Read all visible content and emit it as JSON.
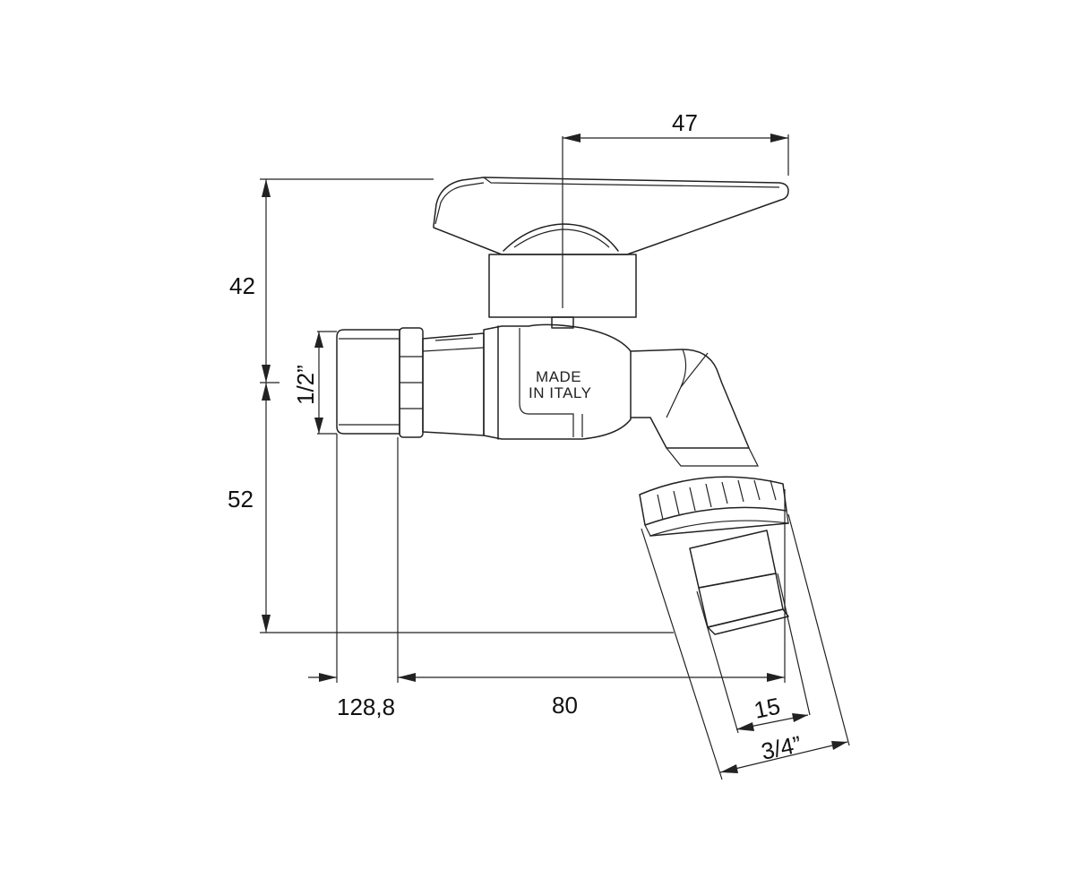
{
  "drawing": {
    "dimensions": {
      "handle_width": "47",
      "upper_height": "42",
      "lower_height": "52",
      "inlet_thread": "1/2”",
      "total_length": "128,8",
      "inlet_to_outlet": "80",
      "outlet_bore": "15",
      "outlet_thread": "3/4”"
    },
    "body_marking": {
      "line1": "MADE",
      "line2": "IN ITALY"
    }
  }
}
